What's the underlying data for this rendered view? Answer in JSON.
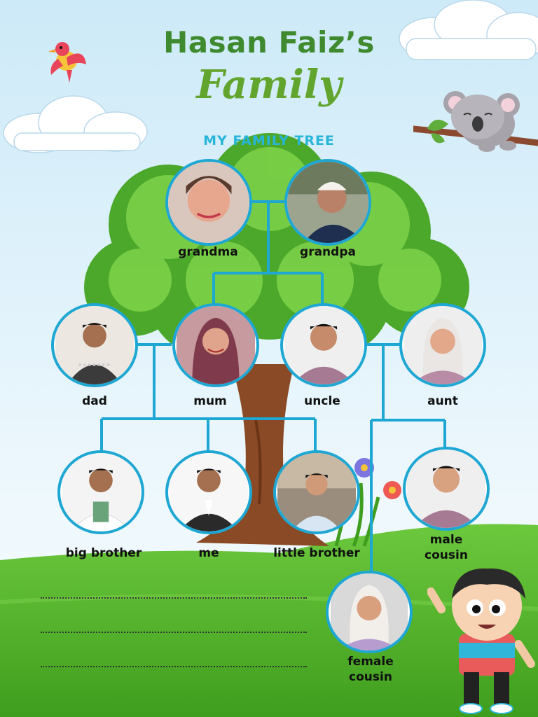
{
  "title": {
    "line1": "Hasan Faiz’s",
    "line2": "Family"
  },
  "subtitle": "MY FAMILY TREE",
  "colors": {
    "connector": "#1fa7d4",
    "title_green": "#3f8a2e",
    "subtitle_blue": "#27b5d8"
  },
  "members": {
    "grandma": "grandma",
    "grandpa": "grandpa",
    "dad": "dad",
    "mum": "mum",
    "uncle": "uncle",
    "aunt": "aunt",
    "big_brother": "big brother",
    "me": "me",
    "little_brother": "little brother",
    "male_cousin": [
      "male",
      "cousin"
    ],
    "female_cousin": [
      "female",
      "cousin"
    ]
  },
  "decorations": [
    "bird-icon",
    "koala-icon",
    "cloud-icon",
    "tree-illustration",
    "flower-icon",
    "cartoon-boy"
  ]
}
